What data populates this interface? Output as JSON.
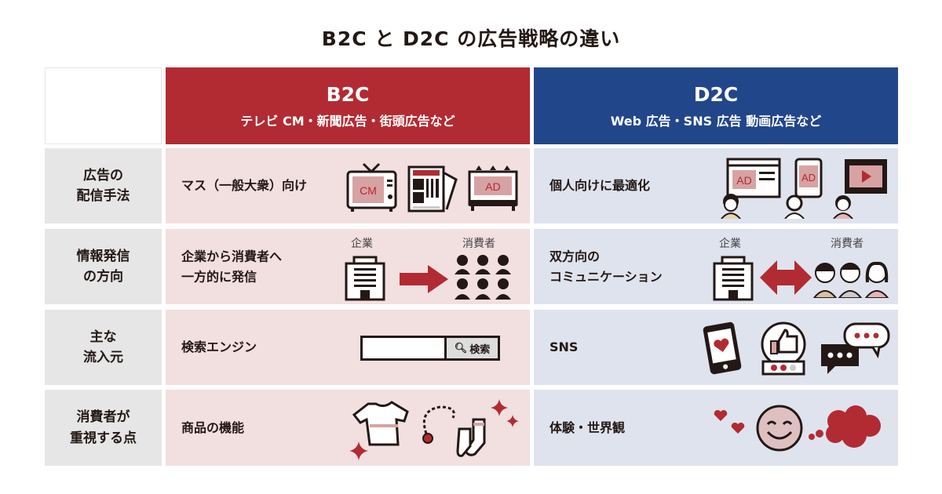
{
  "title": "B2C と D2C の広告戦略の違い",
  "colors": {
    "b2c": "#b22b32",
    "d2c": "#22468a",
    "b2c_bg": "#f2dfe0",
    "d2c_bg": "#dfe3ee",
    "label_bg": "#e6e6e6"
  },
  "header": {
    "b2c": {
      "name": "B2C",
      "sub": "テレビ CM・新聞広告・街頭広告など"
    },
    "d2c": {
      "name": "D2C",
      "sub": "Web 広告・SNS 広告 動画広告など"
    }
  },
  "rows": [
    {
      "label": "広告の\n配信手法",
      "b2c": "マス（一般大衆）向け",
      "d2c": "個人向けに最適化",
      "b2c_icons": {
        "tv": "CM",
        "billboard": "AD"
      },
      "d2c_icons": {
        "browser": "AD",
        "phone": "AD"
      }
    },
    {
      "label": "情報発信\nの方向",
      "b2c": "企業から消費者へ\n一方的に発信",
      "d2c": "双方向の\nコミュニケーション",
      "company": "企業",
      "consumer": "消費者"
    },
    {
      "label": "主な\n流入元",
      "b2c": "検索エンジン",
      "d2c": "SNS",
      "search_button": "検索"
    },
    {
      "label": "消費者が\n重視する点",
      "b2c": "商品の機能",
      "d2c": "体験・世界観"
    }
  ]
}
